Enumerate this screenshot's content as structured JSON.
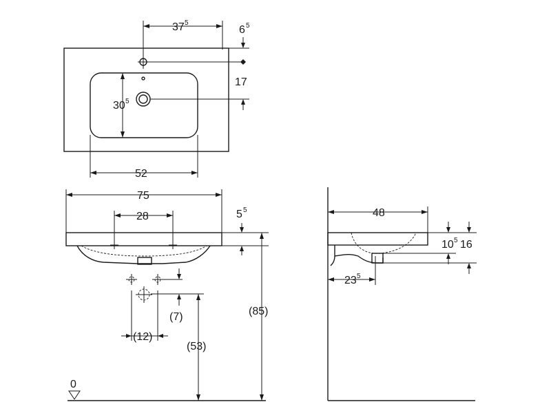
{
  "top_view": {
    "tap_offset": {
      "main": "37",
      "sup": "5"
    },
    "rim_to_tap": {
      "main": "6",
      "sup": "5"
    },
    "tap_to_drain": "17",
    "basin_depth": {
      "main": "30",
      "sup": "5"
    },
    "basin_width": "52"
  },
  "front_view": {
    "overall_width": "75",
    "fixing_spacing": "28",
    "rim_height": {
      "main": "5",
      "sup": "5"
    },
    "supply_offset": "(7)",
    "supply_spacing": "(12)",
    "supply_height": "(53)",
    "mount_height": "(85)",
    "floor_level": "0"
  },
  "side_view": {
    "depth": "48",
    "drain_height": {
      "main": "10",
      "sup": "5"
    },
    "overall_height": "16",
    "drain_depth": {
      "main": "23",
      "sup": "5"
    }
  }
}
